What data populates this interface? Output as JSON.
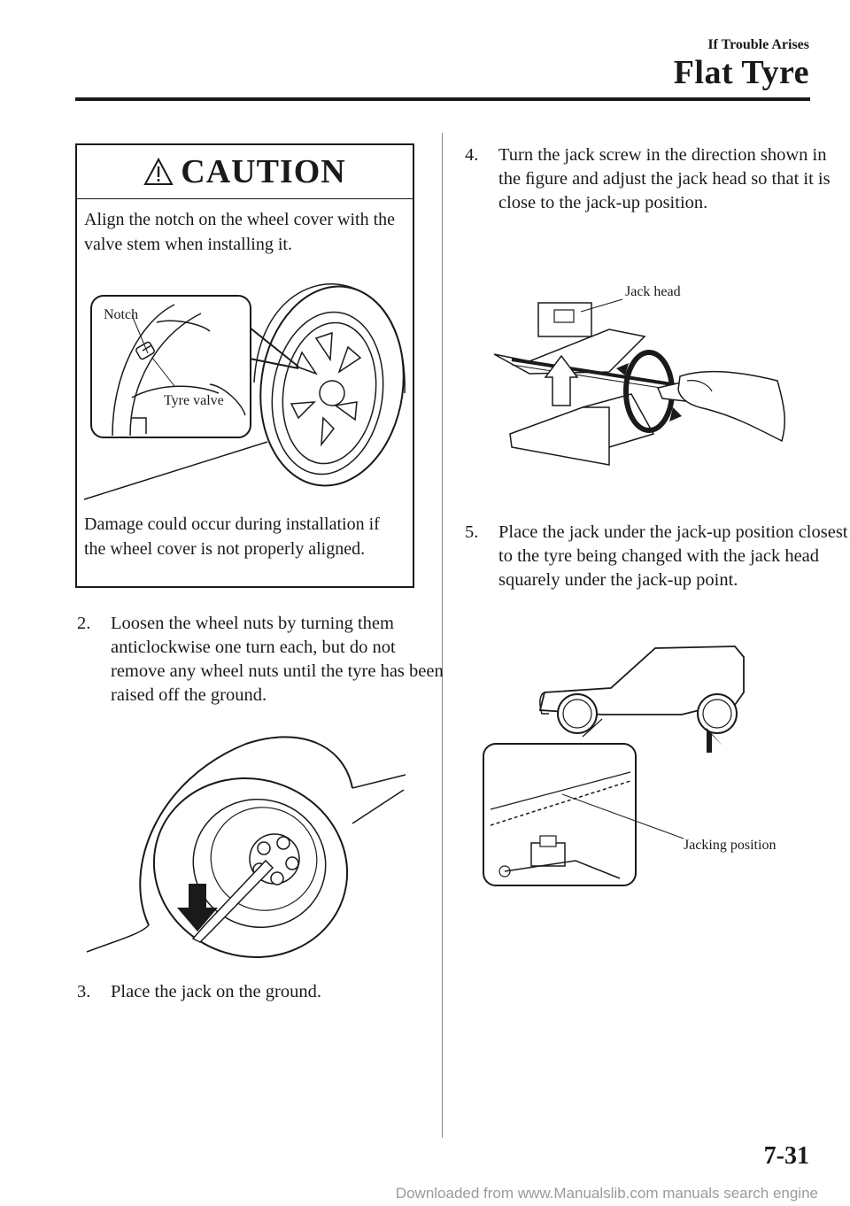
{
  "header": {
    "section": "If Trouble Arises",
    "title": "Flat Tyre"
  },
  "caution": {
    "title": "CAUTION",
    "text_top": "Align the notch on the wheel cover with the valve stem when installing it.",
    "text_bottom": "Damage could occur during installation if the wheel cover is not properly aligned.",
    "figure_labels": {
      "notch": "Notch",
      "tyre_valve": "Tyre valve"
    }
  },
  "steps": [
    {
      "num": "2.",
      "text": "Loosen the wheel nuts by turning them anticlockwise one turn each, but do not remove any wheel nuts until the tyre has been raised off the ground."
    },
    {
      "num": "3.",
      "text": "Place the jack on the ground."
    },
    {
      "num": "4.",
      "text": "Turn the jack screw in the direction shown in the ﬁgure and adjust the jack head so that it is close to the jack-up position."
    },
    {
      "num": "5.",
      "text": "Place the jack under the jack-up position closest to the tyre being changed with the jack head squarely under the jack-up point."
    }
  ],
  "figures": {
    "jack_head_label": "Jack head",
    "jacking_position_label": "Jacking position"
  },
  "footer": {
    "page_number": "7-31",
    "watermark": "Downloaded from www.Manualslib.com manuals search engine"
  }
}
